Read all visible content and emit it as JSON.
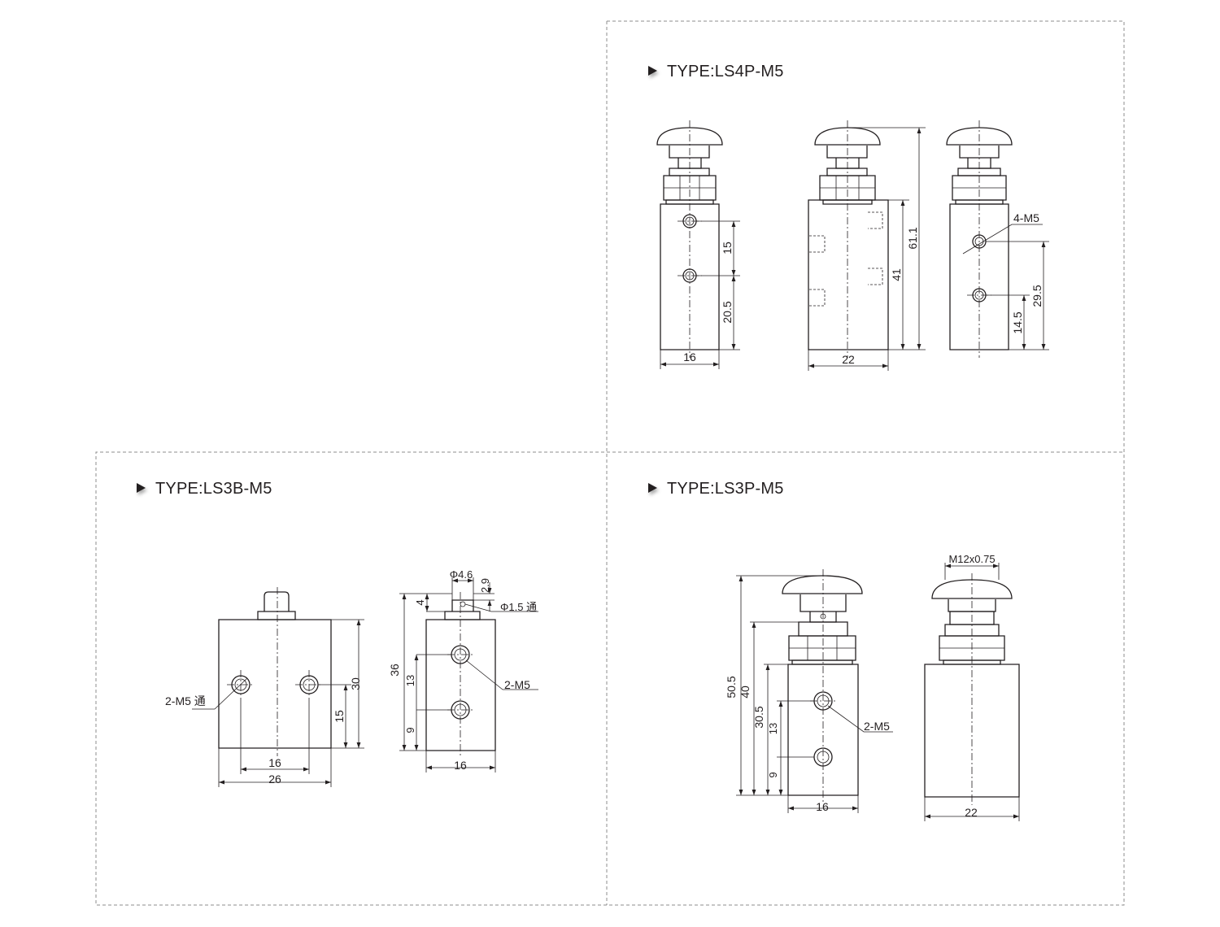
{
  "panels": {
    "ls4p": {
      "title": "TYPE:LS4P-M5",
      "dims": {
        "front_hole_pitch": "15",
        "front_hole_bottom": "20.5",
        "front_width": "16",
        "side_total_height": "61.1",
        "side_body_height": "41",
        "side_width": "22",
        "port_callout": "4-M5",
        "right_upper_hole": "29.5",
        "right_lower_hole": "14.5"
      }
    },
    "ls3b": {
      "title": "TYPE:LS3B-M5",
      "dims": {
        "port_callout": "2-M5 通",
        "height": "30",
        "hole_height": "15",
        "hole_pitch": "16",
        "width": "26",
        "plunger_dia": "Φ4.6",
        "plunger_travel": "2.9",
        "plunger_height": "4",
        "pin_hole": "Φ1.5 通",
        "total_height": "36",
        "side_hole_pitch": "13",
        "side_hole_bottom": "9",
        "side_callout": "2-M5",
        "side_width": "16"
      }
    },
    "ls3p": {
      "title": "TYPE:LS3P-M5",
      "dims": {
        "thread": "M12x0.75",
        "total_height": "50.5",
        "height_40": "40",
        "height_30_5": "30.5",
        "hole_pitch": "13",
        "hole_bottom": "9",
        "port_callout": "2-M5",
        "front_width": "16",
        "side_width": "22"
      }
    }
  }
}
